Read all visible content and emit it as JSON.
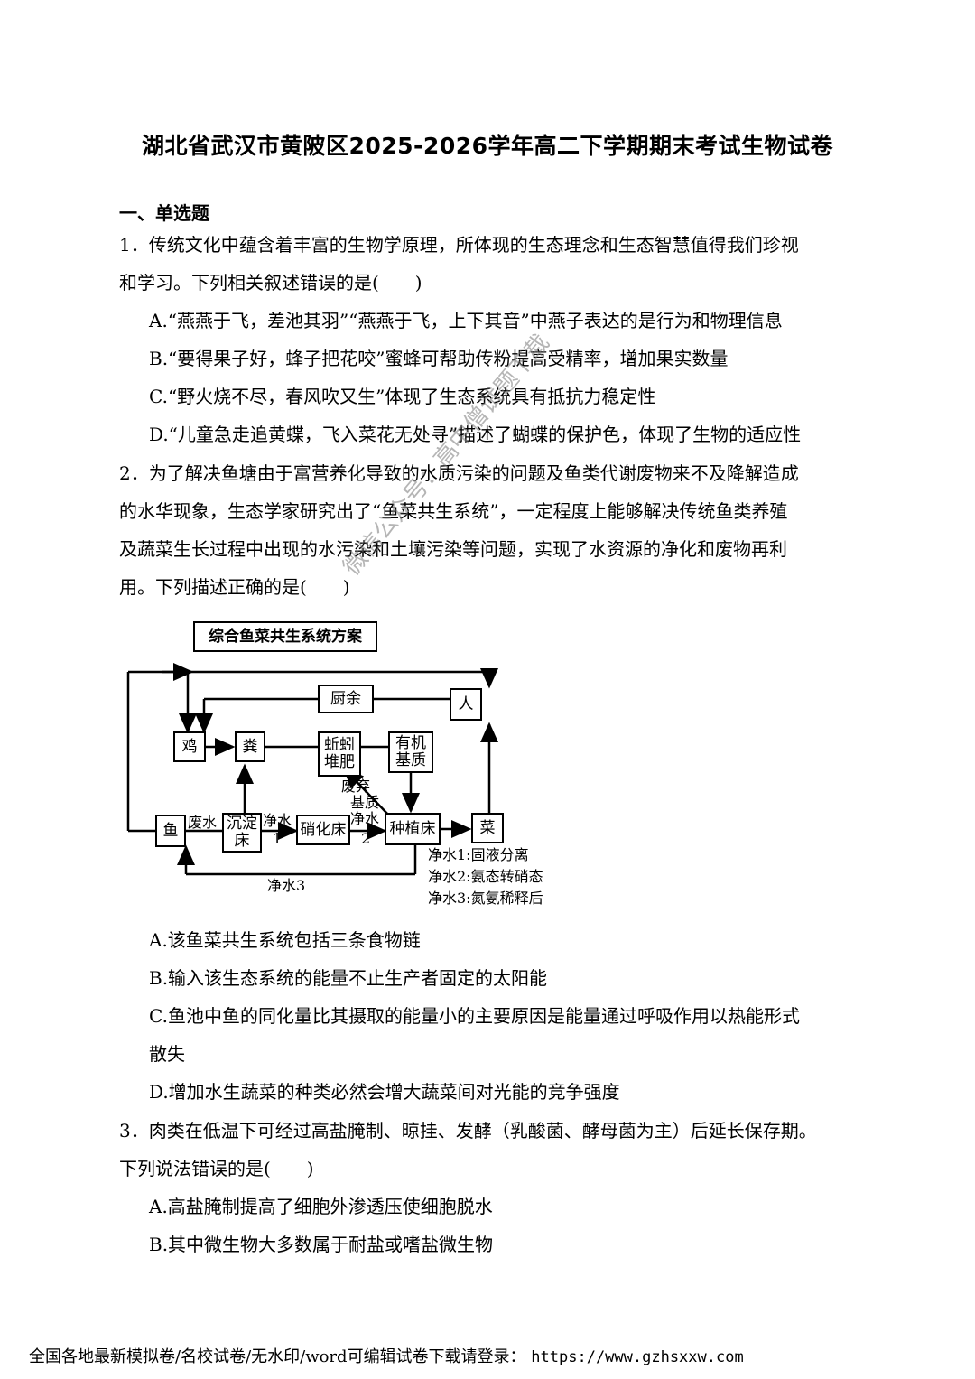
{
  "title": "湖北省武汉市黄陂区2025-2026学年高二下学期期末考试生物试卷",
  "section": "一、单选题",
  "q1": {
    "stem_1": "1．传统文化中蕴含着丰富的生物学原理，所体现的生态理念和生态智慧值得我们珍视",
    "stem_2": "和学习。下列相关叙述错误的是(　　)",
    "A": "A.“燕燕于飞，差池其羽”“燕燕于飞，上下其音”中燕子表达的是行为和物理信息",
    "B": "B.“要得果子好，蜂子把花咬”蜜蜂可帮助传粉提高受精率，增加果实数量",
    "C": "C.“野火烧不尽，春风吹又生”体现了生态系统具有抵抗力稳定性",
    "D": "D.“儿童急走追黄蝶，飞入菜花无处寻”描述了蝴蝶的保护色，体现了生物的适应性"
  },
  "q2": {
    "stem_1": "2．为了解决鱼塘由于富营养化导致的水质污染的问题及鱼类代谢废物来不及降解造成",
    "stem_2": "的水华现象，生态学家研究出了“鱼菜共生系统”，一定程度上能够解决传统鱼类养殖",
    "stem_3": "及蔬菜生长过程中出现的水污染和土壤污染等问题，实现了水资源的净化和废物再利",
    "stem_4": "用。下列描述正确的是(　　)",
    "A": "A.该鱼菜共生系统包括三条食物链",
    "B": "B.输入该生态系统的能量不止生产者固定的太阳能",
    "C_1": "C.鱼池中鱼的同化量比其摄取的能量小的主要原因是能量通过呼吸作用以热能形式",
    "C_2": "散失",
    "D": "D.增加水生蔬菜的种类必然会增大蔬菜间对光能的竞争强度"
  },
  "diagram": {
    "title": "综合鱼菜共生系统方案",
    "chuyu": "厨余",
    "ren": "人",
    "ji": "鸡",
    "fen": "粪",
    "qiuyin_1": "蚯蚓",
    "qiuyin_2": "堆肥",
    "youji_1": "有机",
    "youji_2": "基质",
    "yu": "鱼",
    "chendian_1": "沉淀",
    "chendian_2": "床",
    "xiaohua": "硝化床",
    "zhongzhi": "种植床",
    "cai": "菜",
    "feishui": "废水",
    "jingshui": "净水",
    "jingshui_n1": "1",
    "jingshui_n2": "2",
    "feiqi_1": "废弃",
    "feiqi_2": "基质",
    "jingshui3": "净水3",
    "legend_1": "净水1:固液分离",
    "legend_2": "净水2:氨态转硝态",
    "legend_3": "净水3:氮氨稀释后"
  },
  "q3": {
    "stem_1": "3．肉类在低温下可经过高盐腌制、晾挂、发酵（乳酸菌、酵母菌为主）后延长保存期。",
    "stem_2": "下列说法错误的是(　　)",
    "A": "A.高盐腌制提高了细胞外渗透压使细胞脱水",
    "B": "B.其中微生物大多数属于耐盐或嗜盐微生物"
  },
  "watermark": "微信公众号：高中僧试题下载",
  "footer": {
    "text": "全国各地最新模拟卷/名校试卷/无水印/word可编辑试卷下载请登录：",
    "url": "https://www.gzhsxxw.com"
  }
}
